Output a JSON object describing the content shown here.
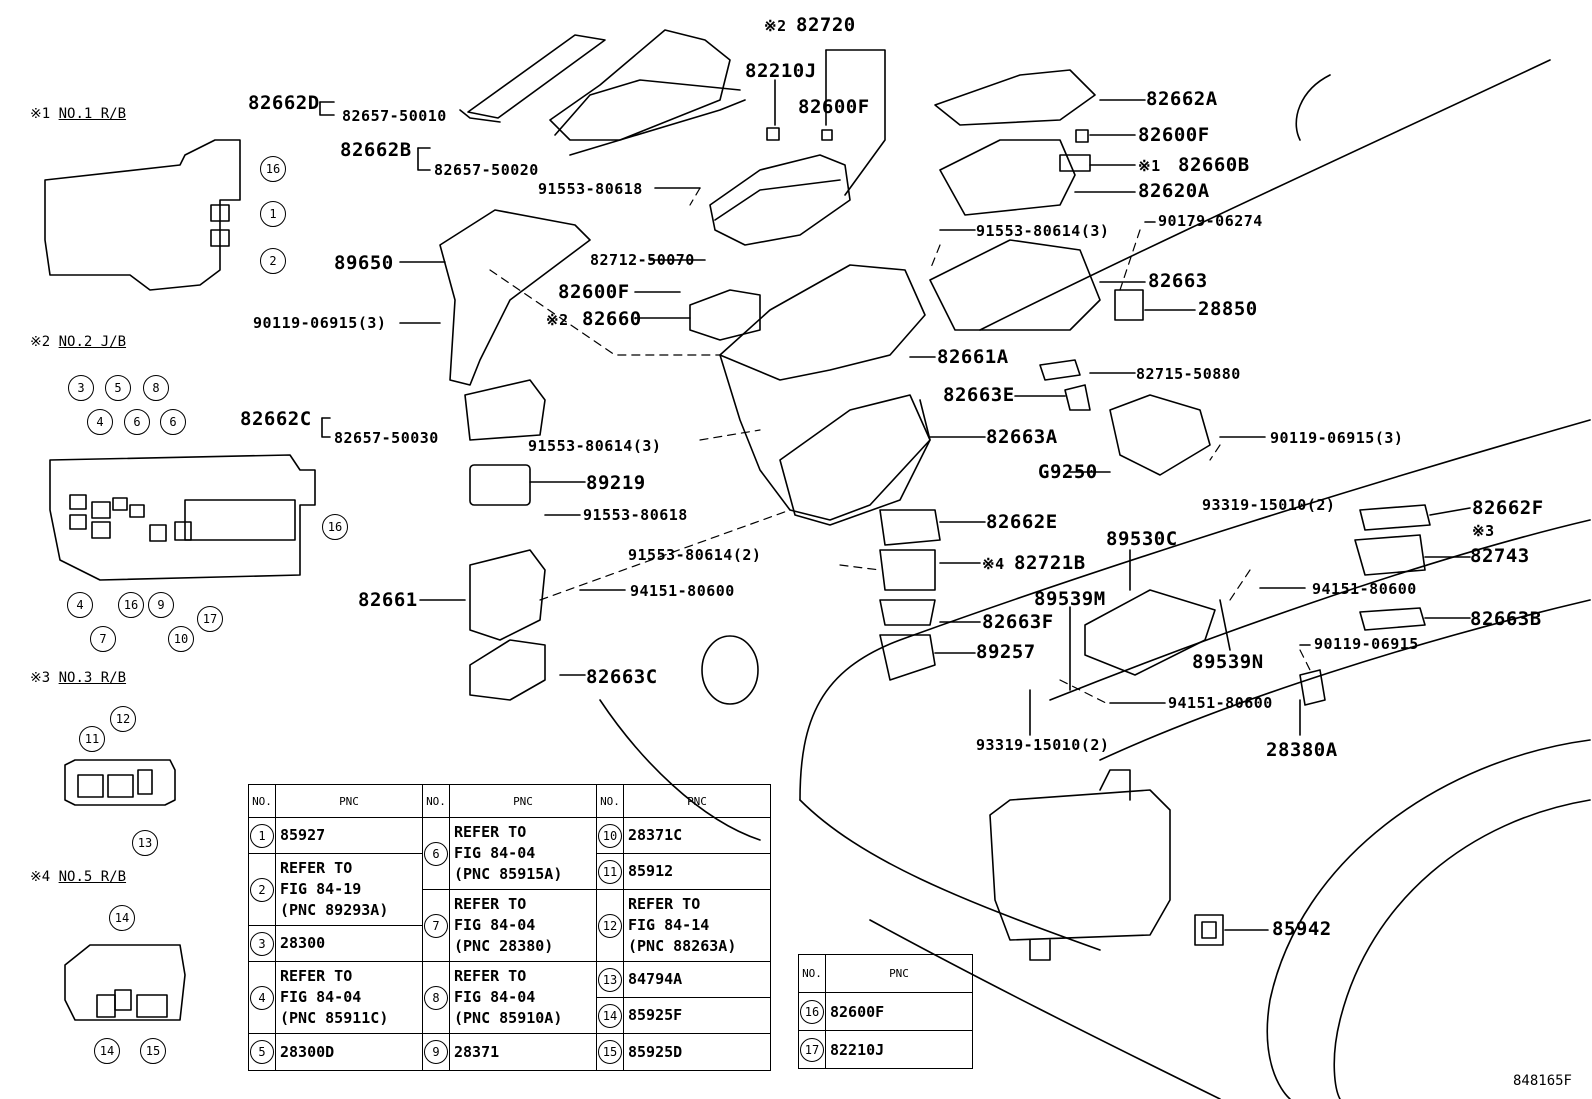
{
  "figure_id": "848165F",
  "insets": [
    {
      "mark": "※1",
      "title": "NO.1 R/B",
      "circles": [
        "16",
        "1",
        "2"
      ]
    },
    {
      "mark": "※2",
      "title": "NO.2 J/B",
      "circles": [
        "3",
        "5",
        "8",
        "4",
        "6",
        "6",
        "16",
        "4",
        "7",
        "16",
        "9",
        "10",
        "17"
      ]
    },
    {
      "mark": "※3",
      "title": "NO.3 R/B",
      "circles": [
        "11",
        "12",
        "13"
      ]
    },
    {
      "mark": "※4",
      "title": "NO.5 R/B",
      "circles": [
        "14",
        "14",
        "15"
      ]
    }
  ],
  "callouts": {
    "p82720": "82720",
    "m82720": "※2",
    "p82210J": "82210J",
    "p82600F_a": "82600F",
    "p82662D": "82662D",
    "p82657_50010": "82657-50010",
    "p82662B": "82662B",
    "p82657_50020": "82657-50020",
    "p91553_80618_a": "91553-80618",
    "p89650": "89650",
    "p82712_50070": "82712-50070",
    "p82600F_b": "82600F",
    "p82660": "82660",
    "m82660": "※2",
    "p90119_06915_3a": "90119-06915(3)",
    "p82662C": "82662C",
    "p82657_50030": "82657-50030",
    "p91553_80614_3a": "91553-80614(3)",
    "p89219": "89219",
    "p91553_80618_b": "91553-80618",
    "p91553_80614_2": "91553-80614(2)",
    "p82661": "82661",
    "p94151_80600_a": "94151-80600",
    "p82663C": "82663C",
    "p82662A": "82662A",
    "p82600F_c": "82600F",
    "p82660B": "82660B",
    "m82660B": "※1",
    "p82620A": "82620A",
    "p90179_06274": "90179-06274",
    "p91553_80614_3b": "91553-80614(3)",
    "p82663": "82663",
    "p28850": "28850",
    "p82661A": "82661A",
    "p82715_50880": "82715-50880",
    "p82663E": "82663E",
    "p82663A": "82663A",
    "p90119_06915_3b": "90119-06915(3)",
    "p G9250": "G9250",
    "pG9250": "G9250",
    "p93319_15010_2a": "93319-15010(2)",
    "p82662F": "82662F",
    "m82662F": "※3",
    "p82662E": "82662E",
    "p89530C": "89530C",
    "p82721B": "82721B",
    "m82721B": "※4",
    "p82743": "82743",
    "p94151_80600_b": "94151-80600",
    "p89539M": "89539M",
    "p82663F": "82663F",
    "p82663B": "82663B",
    "p90119_06915": "90119-06915",
    "p89257": "89257",
    "p89539N": "89539N",
    "p94151_80600_c": "94151-80600",
    "p93319_15010_2b": "93319-15010(2)",
    "p28380A": "28380A",
    "p85942": "85942"
  },
  "pnc_table": {
    "headers": {
      "no": "NO.",
      "pnc": "PNC"
    },
    "col1": [
      {
        "no": "1",
        "lines": [
          "85927"
        ]
      },
      {
        "no": "2",
        "lines": [
          "REFER TO",
          "FIG 84-19",
          "(PNC 89293A)"
        ]
      },
      {
        "no": "3",
        "lines": [
          "28300"
        ]
      },
      {
        "no": "4",
        "lines": [
          "REFER TO",
          "FIG 84-04",
          "(PNC 85911C)"
        ]
      },
      {
        "no": "5",
        "lines": [
          "28300D"
        ]
      }
    ],
    "col2": [
      {
        "no": "6",
        "lines": [
          "REFER TO",
          "FIG 84-04",
          "(PNC 85915A)"
        ]
      },
      {
        "no": "7",
        "lines": [
          "REFER TO",
          "FIG 84-04",
          "(PNC 28380)"
        ]
      },
      {
        "no": "8",
        "lines": [
          "REFER TO",
          "FIG 84-04",
          "(PNC 85910A)"
        ]
      },
      {
        "no": "9",
        "lines": [
          "28371"
        ]
      }
    ],
    "col3": [
      {
        "no": "10",
        "lines": [
          "28371C"
        ]
      },
      {
        "no": "11",
        "lines": [
          "85912"
        ]
      },
      {
        "no": "12",
        "lines": [
          "REFER TO",
          "FIG 84-14",
          "(PNC 88263A)"
        ]
      },
      {
        "no": "13",
        "lines": [
          "84794A"
        ]
      },
      {
        "no": "14",
        "lines": [
          "85925F"
        ]
      },
      {
        "no": "15",
        "lines": [
          "85925D"
        ]
      }
    ],
    "col4": [
      {
        "no": "16",
        "lines": [
          "82600F"
        ]
      },
      {
        "no": "17",
        "lines": [
          "82210J"
        ]
      }
    ]
  }
}
